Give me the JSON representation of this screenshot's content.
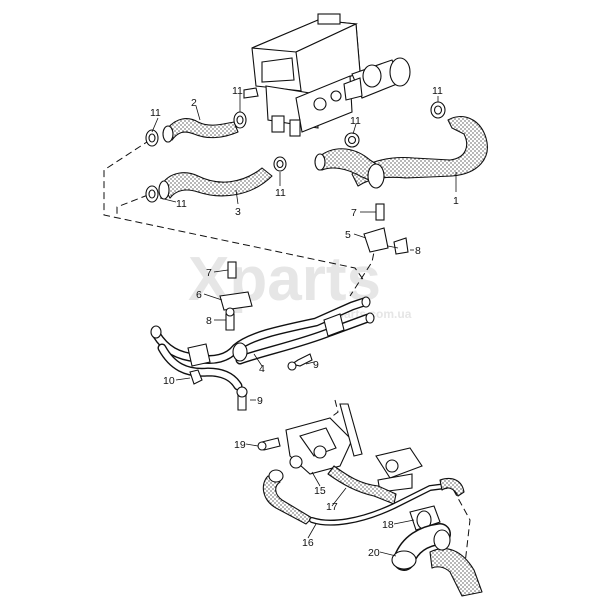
{
  "watermark": {
    "brand": "Xparts",
    "domain": "xparts.com.ua"
  },
  "callouts": {
    "n1": "1",
    "n2": "2",
    "n3": "3",
    "n4": "4",
    "n5": "5",
    "n6": "6",
    "n7a": "7",
    "n7b": "7",
    "n8a": "8",
    "n8b": "8",
    "n9a": "9",
    "n9b": "9",
    "n10": "10",
    "n11a": "11",
    "n11b": "11",
    "n11c": "11",
    "n11d": "11",
    "n11e": "11",
    "n11f": "11",
    "n15": "15",
    "n16": "16",
    "n17": "17",
    "n18": "18",
    "n19": "19",
    "n20": "20"
  }
}
